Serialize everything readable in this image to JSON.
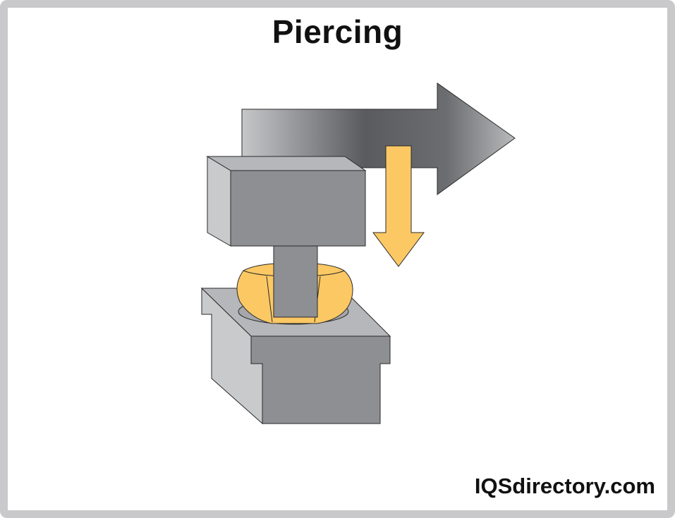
{
  "title": "Piercing",
  "brand": "IQSdirectory.com",
  "colors": {
    "frame": "#c9c9cb",
    "metal_front": "#8e8f93",
    "metal_side": "#c9cacc",
    "metal_top": "#b6b7ba",
    "workpiece": "#fbc864",
    "down_arrow": "#fbc864",
    "feed_arrow_dark": "#5b5c5f",
    "feed_arrow_light": "#c4c5c7"
  },
  "icons": [
    "feed-direction-arrow",
    "punch-stroke-arrow",
    "punch",
    "workpiece",
    "die"
  ]
}
